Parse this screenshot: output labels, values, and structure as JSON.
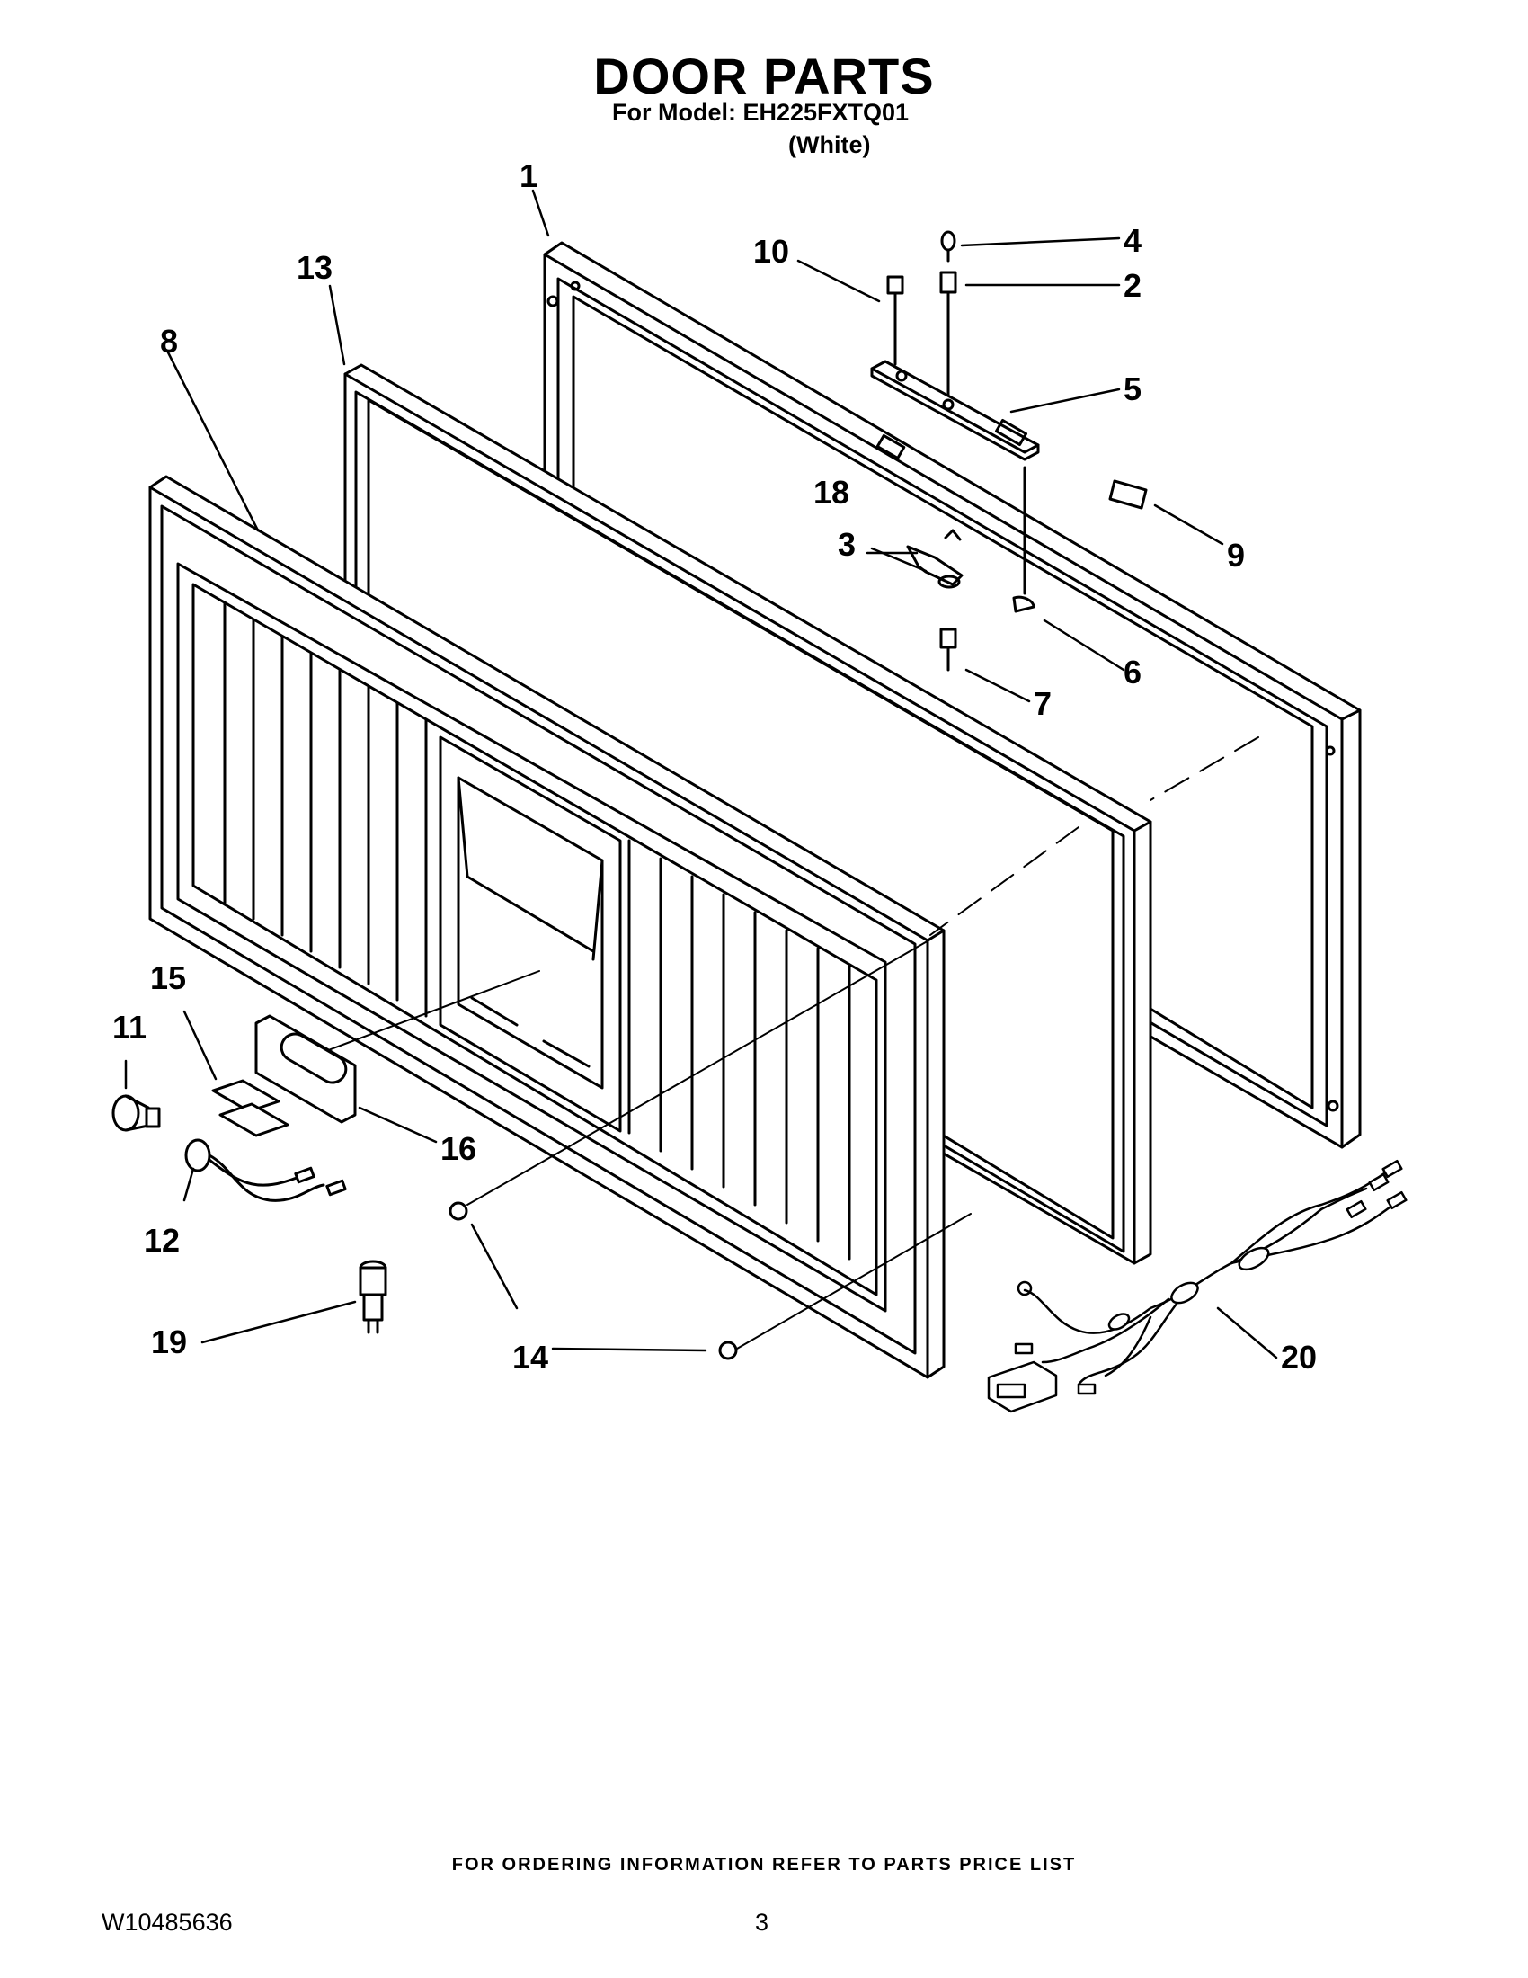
{
  "header": {
    "title": "DOOR PARTS",
    "model_line": "For Model: EH225FXTQ01",
    "color_line": "(White)"
  },
  "callouts": [
    "1",
    "2",
    "3",
    "4",
    "5",
    "6",
    "7",
    "8",
    "9",
    "10",
    "11",
    "12",
    "13",
    "14",
    "14",
    "15",
    "16",
    "18",
    "19",
    "20"
  ],
  "footer": {
    "ordering_note": "FOR ORDERING INFORMATION REFER TO PARTS PRICE LIST",
    "document_number": "W10485636",
    "page_number": "3"
  },
  "colors": {
    "ink": "#000000",
    "background": "#ffffff"
  }
}
